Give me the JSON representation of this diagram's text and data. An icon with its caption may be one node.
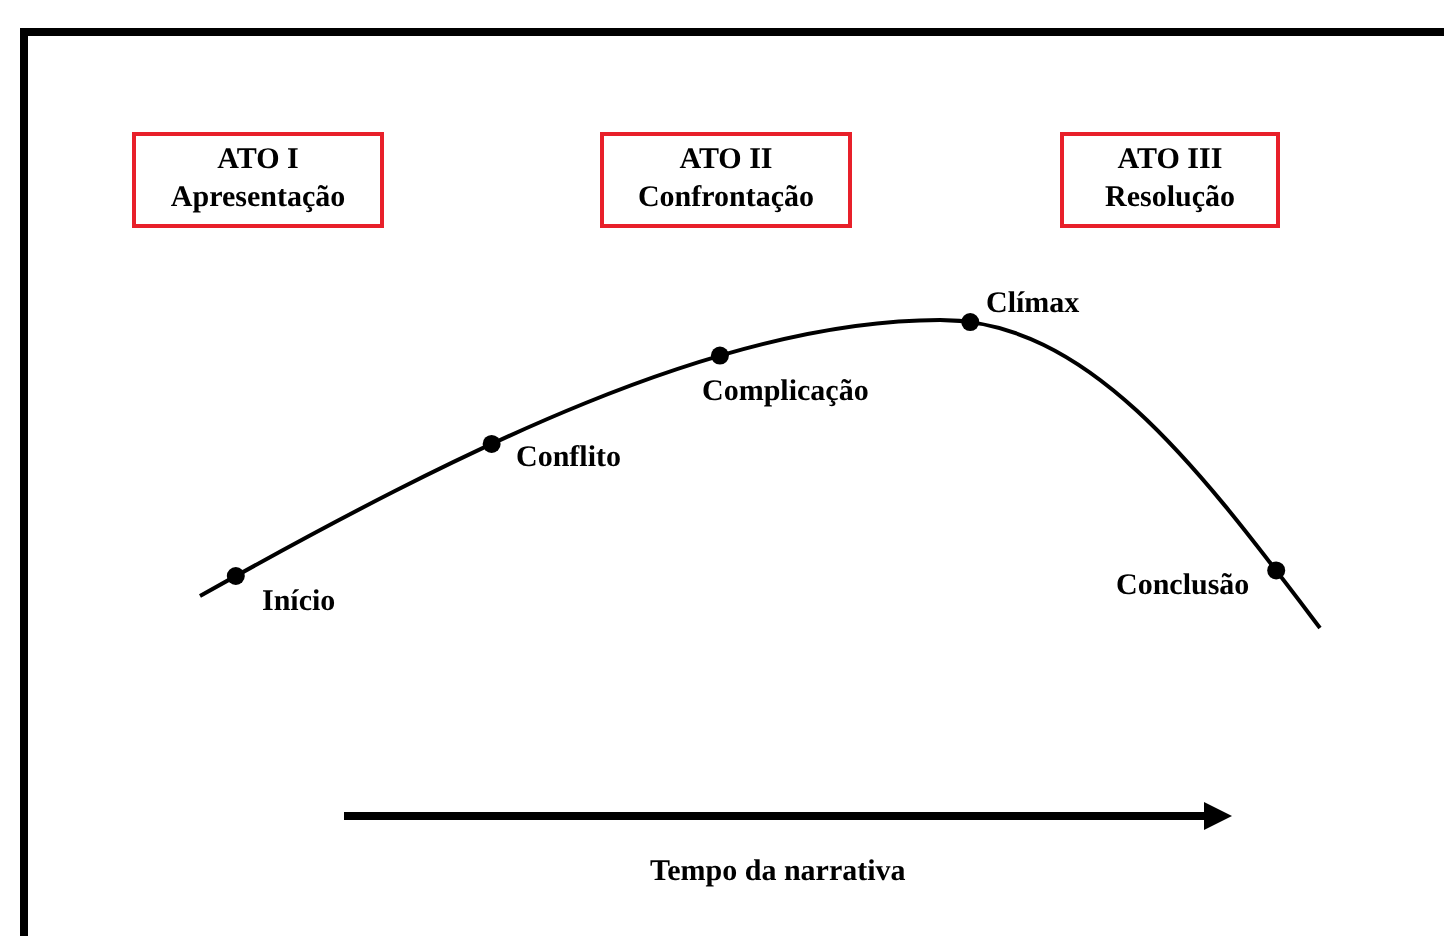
{
  "diagram": {
    "nodes": [
      {
        "text": [
          "ATO I",
          "Apresentação"
        ]
      },
      {
        "text": [
          "ATO II",
          "Confrontação"
        ]
      },
      {
        "text": [
          "ATO III",
          "Resolução"
        ]
      }
    ],
    "labels": [
      "Clímax",
      "Complicação",
      "Conflito",
      "Conclusão",
      "Início",
      "Tempo da narrativa"
    ]
  }
}
